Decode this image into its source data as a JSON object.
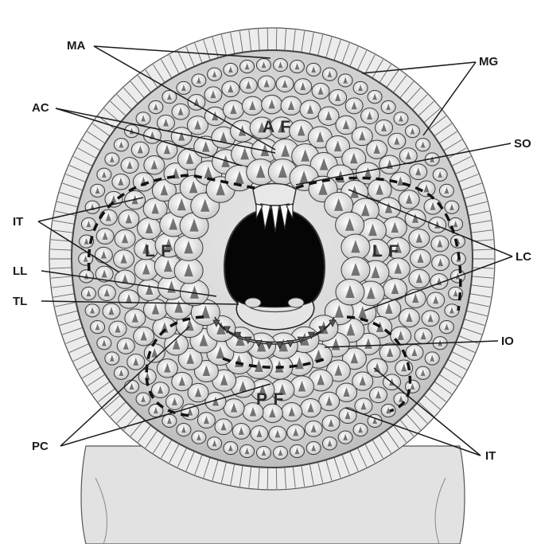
{
  "figure": {
    "labels": {
      "MA": "MA",
      "MG": "MG",
      "AC": "AC",
      "SO": "SO",
      "IT": "IT",
      "LC": "LC",
      "LL": "LL",
      "TL": "TL",
      "IO": "IO",
      "PC": "PC"
    },
    "fields": {
      "AF": "A F",
      "LF_left": "L F",
      "LF_right": "L F",
      "PF": "P F"
    }
  },
  "colors": {
    "ink": "#1a1a1a",
    "disc": "#d9d9d9",
    "fringe": "#ececec",
    "mouth": "#050505"
  }
}
